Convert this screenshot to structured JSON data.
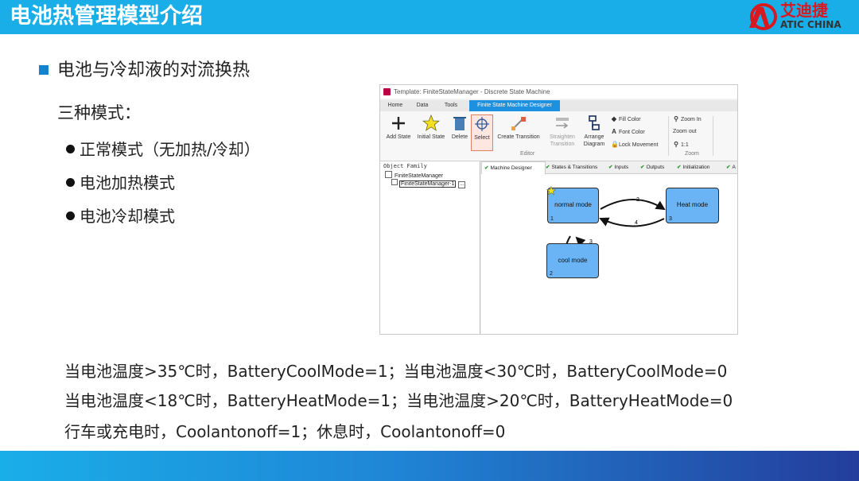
{
  "header": {
    "title": "电池热管理模型介绍"
  },
  "logo": {
    "cn": "艾迪捷",
    "en": "ATIC CHINA",
    "mark_letters": "AD"
  },
  "main": {
    "heading": "电池与冷却液的对流换热",
    "subhead": "三种模式：",
    "modes": [
      "正常模式（无加热/冷却）",
      "电池加热模式",
      "电池冷却模式"
    ],
    "rules": [
      "当电池温度>35℃时，BatteryCoolMode=1；当电池温度<30℃时，BatteryCoolMode=0",
      "当电池温度<18℃时，BatteryHeatMode=1；当电池温度>20℃时，BatteryHeatMode=0",
      "行车或充电时，Coolantonoff=1；休息时，Coolantonoff=0"
    ]
  },
  "app": {
    "window_title": "Template: FiniteStateManager - Discrete State Machine",
    "ribbon_tabs": [
      "Home",
      "Data",
      "Tools",
      "Finite State Machine Designer"
    ],
    "ribbon_buttons": {
      "add_state": "Add State",
      "initial_state": "Initial State",
      "delete": "Delete",
      "select": "Select",
      "create_transition": "Create Transition",
      "straighten": "Straighten",
      "straighten2": "Transition",
      "arrange": "Arrange",
      "arrange2": "Diagram",
      "fill_color": "Fill Color",
      "font_color": "Font Color",
      "lock_movement": "Lock Movement",
      "zoom_in": "Zoom In",
      "zoom_out": "Zoom out",
      "one_to_one": "1:1"
    },
    "ribbon_groups": {
      "editor": "Editor",
      "zoom": "Zoom"
    },
    "object_family": {
      "title": "Object Family",
      "root": "FiniteStateManager",
      "child": "FiniteStateManager-1",
      "more": "..."
    },
    "doc_tabs": [
      "Machine Designer",
      "States & Transitions",
      "Inputs",
      "Outputs",
      "Initialization",
      "A"
    ],
    "diagram": {
      "states": [
        {
          "name": "normal mode",
          "number": "1"
        },
        {
          "name": "Heat mode",
          "number": "3"
        },
        {
          "name": "cool mode",
          "number": "2"
        }
      ],
      "transition_labels": [
        "2",
        "4",
        "3"
      ],
      "state_fill": "#6ab4f5"
    }
  },
  "colors": {
    "header": "#1aaee9",
    "accent": "#1583c9",
    "logo_red": "#d71920"
  }
}
